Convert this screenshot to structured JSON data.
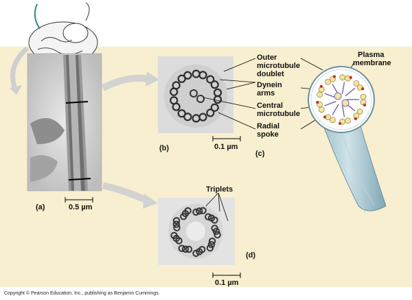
{
  "panels": {
    "a": "(a)",
    "b": "(b)",
    "c": "(c)",
    "d": "(d)"
  },
  "scale_bars": {
    "a": "0.5 µm",
    "b": "0.1 µm",
    "d": "0.1 µm"
  },
  "labels": {
    "outer_doublet_1": "Outer",
    "outer_doublet_2": "microtubule",
    "outer_doublet_3": "doublet",
    "dynein_1": "Dynein",
    "dynein_2": "arms",
    "central_1": "Central",
    "central_2": "microtubule",
    "radial_1": "Radial",
    "radial_2": "spoke",
    "plasma_1": "Plasma",
    "plasma_2": "membrane",
    "triplets": "Triplets"
  },
  "copyright": "Copyright © Pearson Education, Inc., publishing as Benjamin Cummings.",
  "colors": {
    "background_panel": "#f7efcf",
    "cilium_body": "#a9c9d3",
    "doublet_fill": "#f2e4a4",
    "dynein": "#c0392b",
    "spoke": "#7a6bb0",
    "arrow": "#cfcfcf"
  }
}
